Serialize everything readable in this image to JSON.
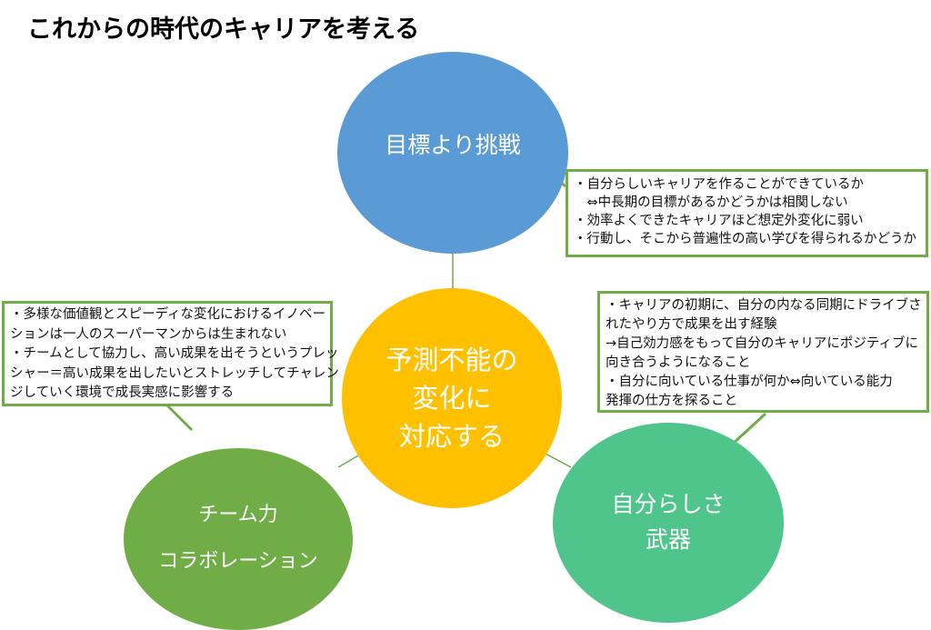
{
  "title": "これからの時代のキャリアを考える",
  "colors": {
    "blue": "#5b9bd5",
    "orange": "#ffc000",
    "green": "#70ad47",
    "teal": "#4fc58c",
    "border": "#70ad47",
    "connector": "#70ad47"
  },
  "nodes": {
    "center": {
      "lines": [
        "予測不能の",
        "変化に",
        "対応する"
      ]
    },
    "top": {
      "lines": [
        "目標より挑戦"
      ]
    },
    "left": {
      "lines": [
        "チーム力",
        "コラボレーション"
      ]
    },
    "right": {
      "lines": [
        "自分らしさ",
        "武器"
      ]
    }
  },
  "notes": {
    "top": {
      "lines": [
        "・自分らしいキャリアを作ることができているか",
        "　⇔中長期の目標があるかどうかは相関しない",
        "・効率よくできたキャリアほど想定外変化に弱い",
        "・行動し、そこから普遍性の高い学びを得られるかどうか"
      ]
    },
    "right": {
      "lines": [
        "・キャリアの初期に、自分の内なる同期にドライブさ",
        "れたやり方で成果を出す経験",
        "→自己効力感をもって自分のキャリアにポジティブに",
        "向き合うようになること",
        "・自分に向いている仕事が何か⇔向いている能力",
        "発揮の仕方を探ること"
      ]
    },
    "left": {
      "lines": [
        "・多様な価値観とスピーディな変化におけるイノベー",
        "ションは一人のスーパーマンからは生まれない",
        "・チームとして協力し、高い成果を出そうというプレッ",
        "シャー＝高い成果を出したいとストレッチしてチャレン",
        "ジしていく環境で成長実感に影響する"
      ]
    }
  }
}
